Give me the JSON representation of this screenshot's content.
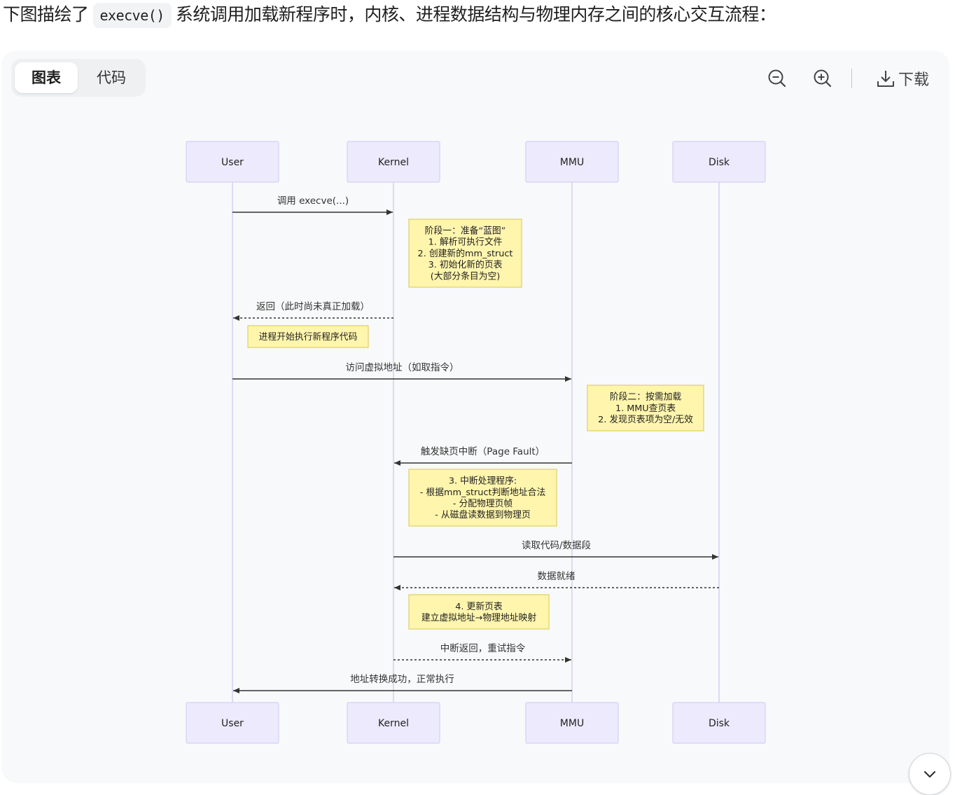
{
  "intro": {
    "before": "下图描绘了",
    "code": "execve()",
    "after": "系统调用加载新程序时，内核、进程数据结构与物理内存之间的核心交互流程："
  },
  "tabs": {
    "diagram": "图表",
    "code": "代码"
  },
  "toolbar": {
    "zoom_out_icon": "zoom-out-icon",
    "zoom_in_icon": "zoom-in-icon",
    "download_icon": "download-icon",
    "download_label": "下载"
  },
  "diagram": {
    "participants": [
      "User",
      "Kernel",
      "MMU",
      "Disk"
    ],
    "messages": [
      {
        "from": 0,
        "to": 1,
        "text": "调用 execve(...)",
        "style": "solid"
      },
      {
        "from": 1,
        "to": 0,
        "text": "返回（此时尚未真正加载）",
        "style": "dashed"
      },
      {
        "from": 0,
        "to": 2,
        "text": "访问虚拟地址（如取指令）",
        "style": "solid"
      },
      {
        "from": 2,
        "to": 1,
        "text": "触发缺页中断（Page Fault）",
        "style": "solid"
      },
      {
        "from": 1,
        "to": 3,
        "text": "读取代码/数据段",
        "style": "solid"
      },
      {
        "from": 3,
        "to": 1,
        "text": "数据就绪",
        "style": "dashed"
      },
      {
        "from": 1,
        "to": 2,
        "text": "中断返回，重试指令",
        "style": "dashed"
      },
      {
        "from": 2,
        "to": 0,
        "text": "地址转换成功，正常执行",
        "style": "solid"
      }
    ],
    "notes": [
      {
        "lines": [
          "阶段一：准备“蓝图”",
          "1. 解析可执行文件",
          "2. 创建新的mm_struct",
          "3. 初始化新的页表",
          "(大部分条目为空)"
        ]
      },
      {
        "lines": [
          "进程开始执行新程序代码"
        ]
      },
      {
        "lines": [
          "阶段二：按需加载",
          "1. MMU查页表",
          "2. 发现页表项为空/无效"
        ]
      },
      {
        "lines": [
          "3. 中断处理程序:",
          "- 根据mm_struct判断地址合法",
          "- 分配物理页帧",
          "- 从磁盘读数据到物理页"
        ]
      },
      {
        "lines": [
          "4. 更新页表",
          "建立虚拟地址→物理地址映射"
        ]
      }
    ],
    "colors": {
      "actor_fill": "#eceafc",
      "actor_stroke": "#d4d0f7",
      "lifeline": "#d6d2f4",
      "note_fill": "#fff5ad",
      "note_stroke": "#d9c84f",
      "arrow": "#333333"
    }
  },
  "scroll_icon": "chevron-down-icon"
}
